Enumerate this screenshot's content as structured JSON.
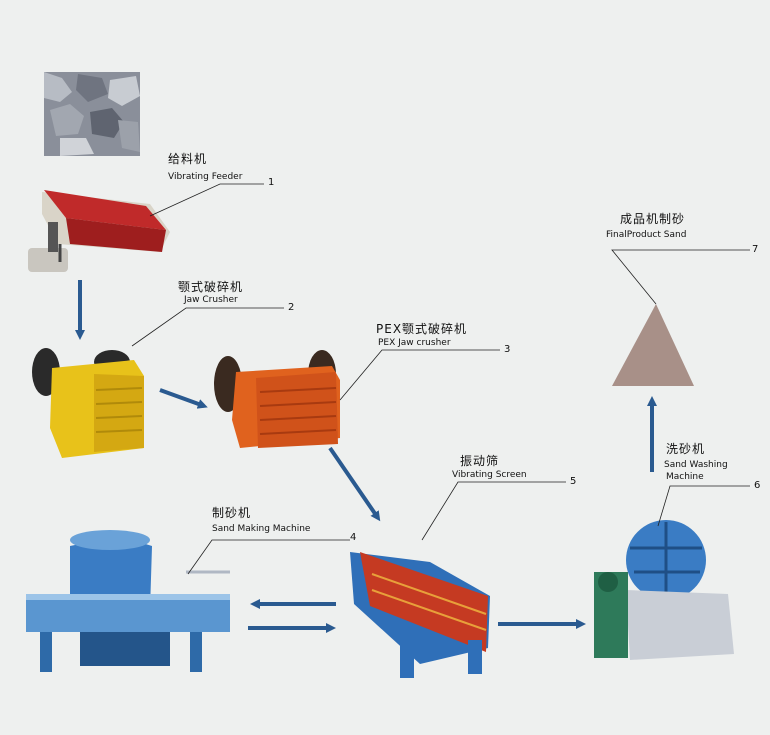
{
  "stages": [
    {
      "num": "1",
      "zh": "给料机",
      "en": "Vibrating Feeder",
      "machine": "feeder"
    },
    {
      "num": "2",
      "zh": "颚式破碎机",
      "en": "Jaw Crusher",
      "machine": "jaw-crusher"
    },
    {
      "num": "3",
      "zh": "PEX颚式破碎机",
      "en": "PEX Jaw crusher",
      "machine": "pex-crusher"
    },
    {
      "num": "4",
      "zh": "制砂机",
      "en": "Sand Making Machine",
      "machine": "sand-maker"
    },
    {
      "num": "5",
      "zh": "振动筛",
      "en": "Vibrating Screen",
      "machine": "vibrating-screen"
    },
    {
      "num": "6",
      "zh": "洗砂机",
      "en_line1": "Sand Washing",
      "en_line2": "Machine",
      "machine": "sand-washer"
    },
    {
      "num": "7",
      "zh": "成品机制砂",
      "en": "FinalProduct Sand",
      "machine": "sand-pile"
    }
  ],
  "colors": {
    "arrow": "#2a5a90",
    "feeder": "#c02a2a",
    "jaw_body": "#e8c21a",
    "pex_body": "#e0621e",
    "blue_machine": "#3a7cc4",
    "screen_red": "#c53a22",
    "sand": "#a89088"
  }
}
